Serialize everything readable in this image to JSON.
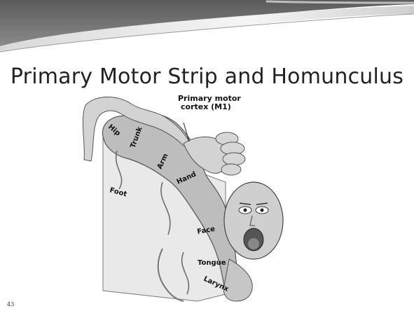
{
  "slide": {
    "title": "Primary Motor Strip and Homunculus",
    "page_number": "43"
  },
  "figure": {
    "callout": [
      "Primary motor",
      "cortex (M1)"
    ],
    "body_labels": [
      "Hip",
      "Trunk",
      "Arm",
      "Hand",
      "Foot",
      "Face",
      "Tongue",
      "Larynx"
    ]
  },
  "colors": {
    "header_dark": "#5a5a5a",
    "header_light": "#bdbdbd",
    "brain_fill": "#c8c8c8",
    "slab_fill": "#e6e6e6",
    "skin_fill": "#d4d4d4"
  }
}
